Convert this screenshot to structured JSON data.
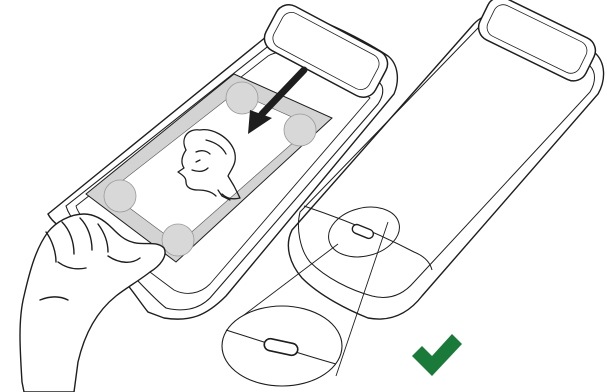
{
  "figure": {
    "panels": [
      {
        "id": "left",
        "subject": "device-front",
        "shows": [
          "printed-picture-sheet",
          "insert-direction-arrow",
          "hand"
        ],
        "picture_icon": "portrait-face-icon"
      },
      {
        "id": "right",
        "subject": "device-back",
        "shows": [
          "slot-detail",
          "magnifier-callout",
          "ok-check"
        ],
        "status_icon": "check-mark-icon"
      }
    ],
    "colors": {
      "line": "#1e1e1e",
      "card": "#d3d3d3",
      "check": "#1a7a3a",
      "background": "#ffffff"
    }
  }
}
